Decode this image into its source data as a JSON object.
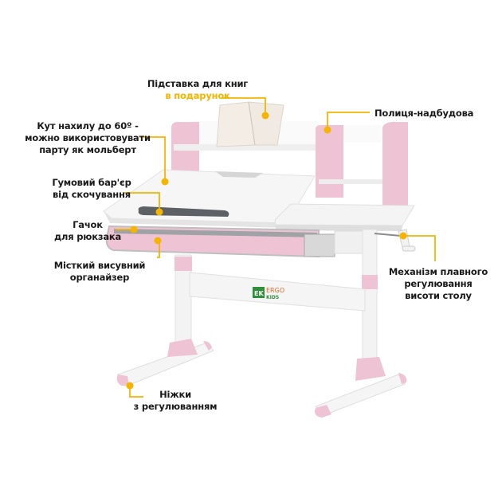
{
  "product": {
    "brand_name": "ERGO",
    "brand_sub": "KIDS",
    "brand_logo_mark": "EK"
  },
  "colors": {
    "accent": "#f5b400",
    "pink": "#eec3d3",
    "pink_dark": "#e2a9bf",
    "white_panel": "#f7f7f7",
    "gray": "#8d8f92",
    "brand_green": "#2f8f3a",
    "brand_orange": "#e06a1c"
  },
  "callouts": {
    "bookstand": {
      "line1": "Підставка для книг",
      "line2": "в подарунок"
    },
    "tilt": {
      "line1": "Кут нахилу до 60º -",
      "line2": "можно використовувати",
      "line3": "парту як мольберт"
    },
    "barrier": {
      "line1": "Гумовий бар'єр",
      "line2": "від скочування"
    },
    "hook": {
      "line1": "Гачок",
      "line2": "для рюкзака"
    },
    "organizer": {
      "line1": "Місткий висувний",
      "line2": "органайзер"
    },
    "shelf": {
      "line1": "Полиця-надбудова"
    },
    "mechanism": {
      "line1": "Механізм плавного",
      "line2": "регулювання",
      "line3": "висоти столу"
    },
    "legs": {
      "line1": "Ніжки",
      "line2": "з регулюванням"
    }
  }
}
